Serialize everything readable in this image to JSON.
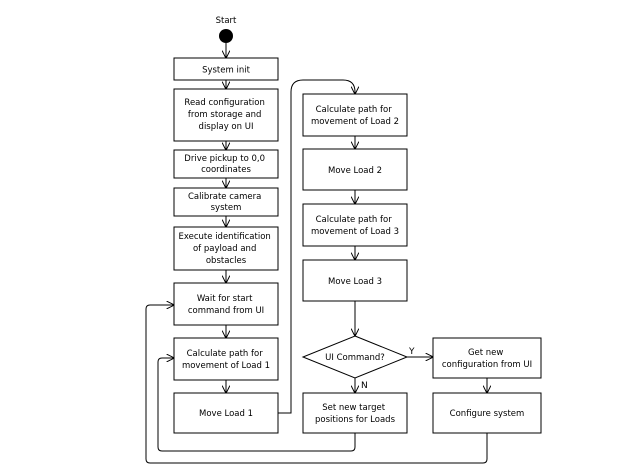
{
  "start_label": "Start",
  "nodes": {
    "system_init": [
      "System init"
    ],
    "read_config": [
      "Read configuration",
      "from storage and",
      "display on UI"
    ],
    "drive_pickup": [
      "Drive pickup to 0,0",
      "coordinates"
    ],
    "calibrate": [
      "Calibrate camera",
      "system"
    ],
    "execute_id": [
      "Execute identification",
      "of payload and",
      "obstacles"
    ],
    "wait_start": [
      "Wait for start",
      "command from UI"
    ],
    "calc_load1": [
      "Calculate path for",
      "movement of Load 1"
    ],
    "move_load1": [
      "Move Load 1"
    ],
    "calc_load2": [
      "Calculate path for",
      "movement of Load 2"
    ],
    "move_load2": [
      "Move Load 2"
    ],
    "calc_load3": [
      "Calculate path for",
      "movement of Load 3"
    ],
    "move_load3": [
      "Move Load 3"
    ],
    "ui_command": [
      "UI Command?"
    ],
    "set_targets": [
      "Set new target",
      "positions for Loads"
    ],
    "get_config": [
      "Get new",
      "configuration from UI"
    ],
    "configure": [
      "Configure system"
    ]
  },
  "edge_labels": {
    "yes": "Y",
    "no": "N"
  }
}
